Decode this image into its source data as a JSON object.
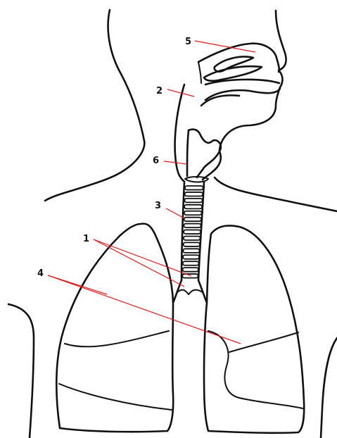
{
  "labels": {
    "l1": "1",
    "l2": "2",
    "l3": "3",
    "l4": "4",
    "l5": "5",
    "l6": "6"
  },
  "colors": {
    "outline": "#111111",
    "leader": "#e0191b",
    "background": "#ffffff"
  }
}
